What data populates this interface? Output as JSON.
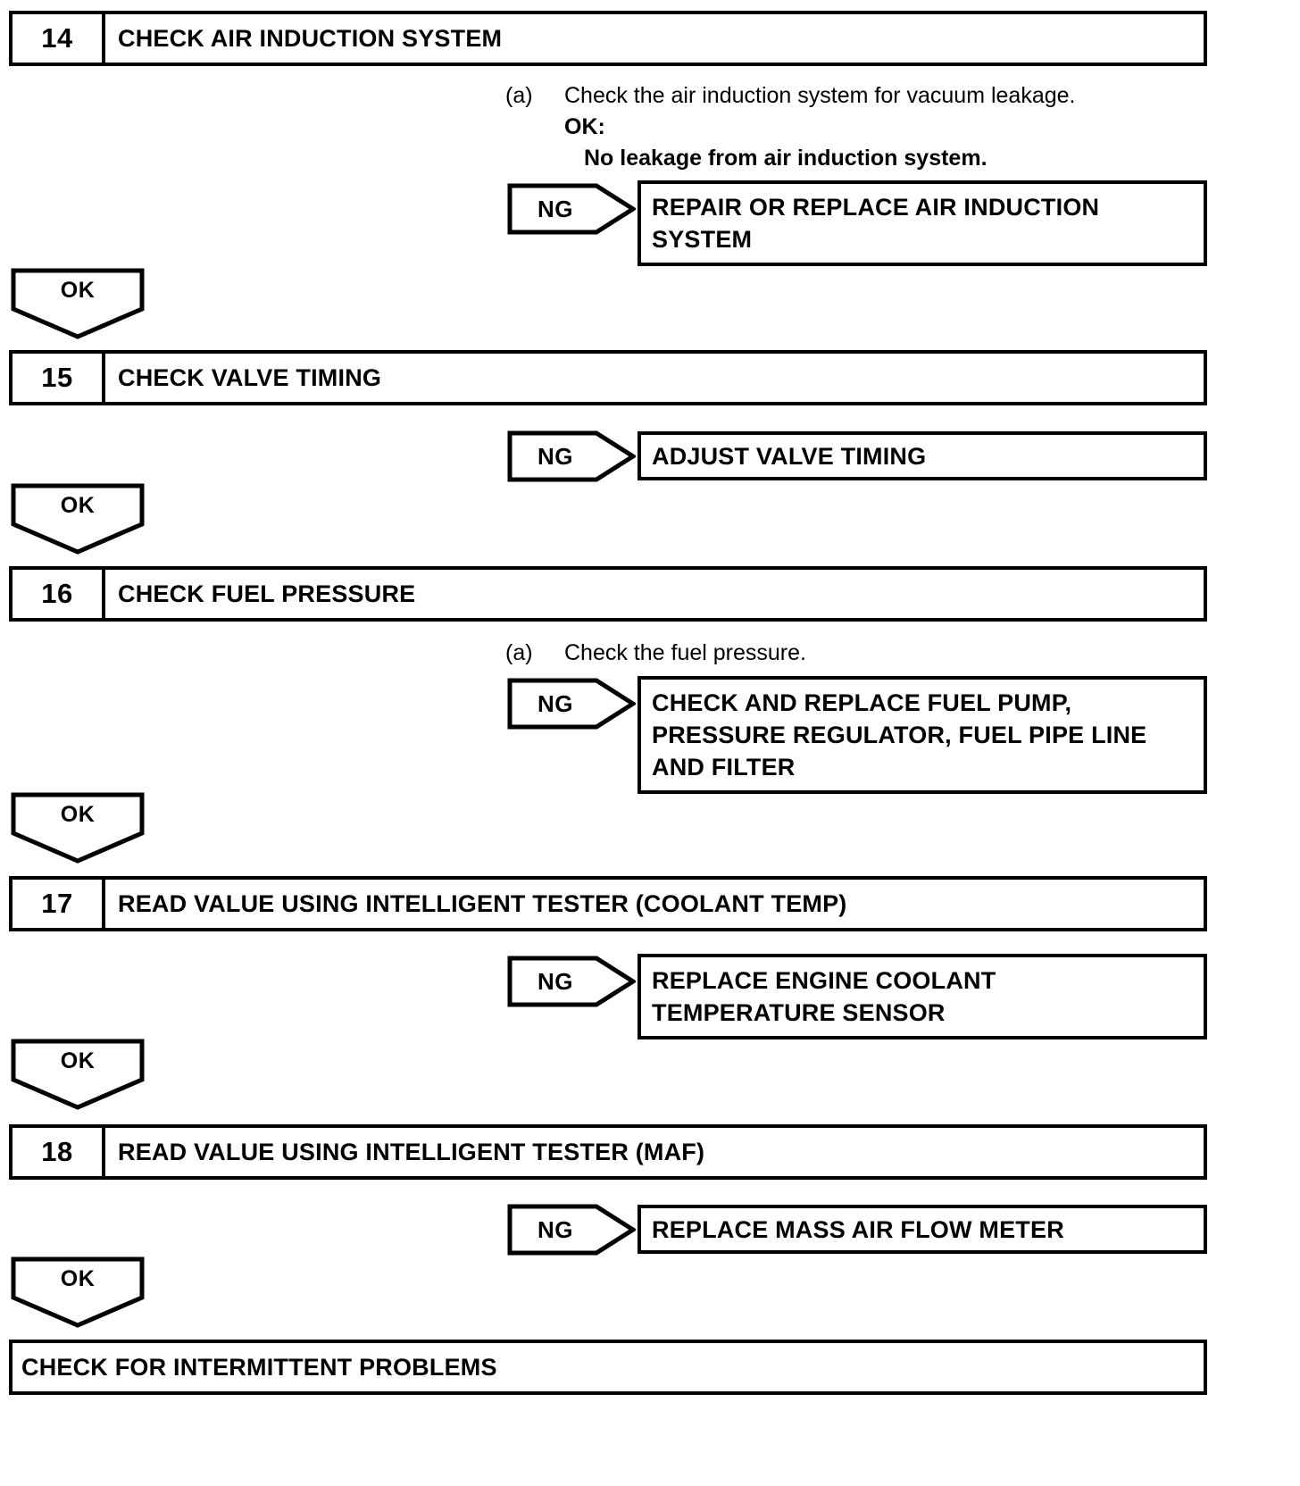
{
  "document": {
    "type": "diagnostic-flowchart",
    "line_color": "#000000",
    "background_color": "#ffffff"
  },
  "steps": [
    {
      "number": "14",
      "title": "CHECK AIR INDUCTION SYSTEM",
      "instruction": {
        "marker": "(a)",
        "line1": "Check the air induction system for vacuum leakage.",
        "line2": "OK:",
        "line3": "No leakage from air induction system."
      },
      "ng": {
        "label": "NG",
        "result_lines": [
          "REPAIR OR REPLACE AIR INDUCTION",
          "SYSTEM"
        ]
      },
      "ok": {
        "label": "OK"
      }
    },
    {
      "number": "15",
      "title": "CHECK VALVE TIMING",
      "ng": {
        "label": "NG",
        "result_lines": [
          "ADJUST VALVE TIMING"
        ]
      },
      "ok": {
        "label": "OK"
      }
    },
    {
      "number": "16",
      "title": "CHECK FUEL PRESSURE",
      "instruction": {
        "marker": "(a)",
        "line1": "Check the fuel pressure."
      },
      "ng": {
        "label": "NG",
        "result_lines": [
          "CHECK AND REPLACE FUEL PUMP,",
          "PRESSURE REGULATOR, FUEL PIPE LINE",
          "AND FILTER"
        ]
      },
      "ok": {
        "label": "OK"
      }
    },
    {
      "number": "17",
      "title": "READ VALUE USING INTELLIGENT TESTER (COOLANT TEMP)",
      "ng": {
        "label": "NG",
        "result_lines": [
          "REPLACE ENGINE COOLANT",
          "TEMPERATURE SENSOR"
        ]
      },
      "ok": {
        "label": "OK"
      }
    },
    {
      "number": "18",
      "title": "READ VALUE USING INTELLIGENT TESTER (MAF)",
      "ng": {
        "label": "NG",
        "result_lines": [
          "REPLACE MASS AIR FLOW METER"
        ]
      },
      "ok": {
        "label": "OK"
      }
    }
  ],
  "final": {
    "title": "CHECK FOR INTERMITTENT PROBLEMS"
  }
}
